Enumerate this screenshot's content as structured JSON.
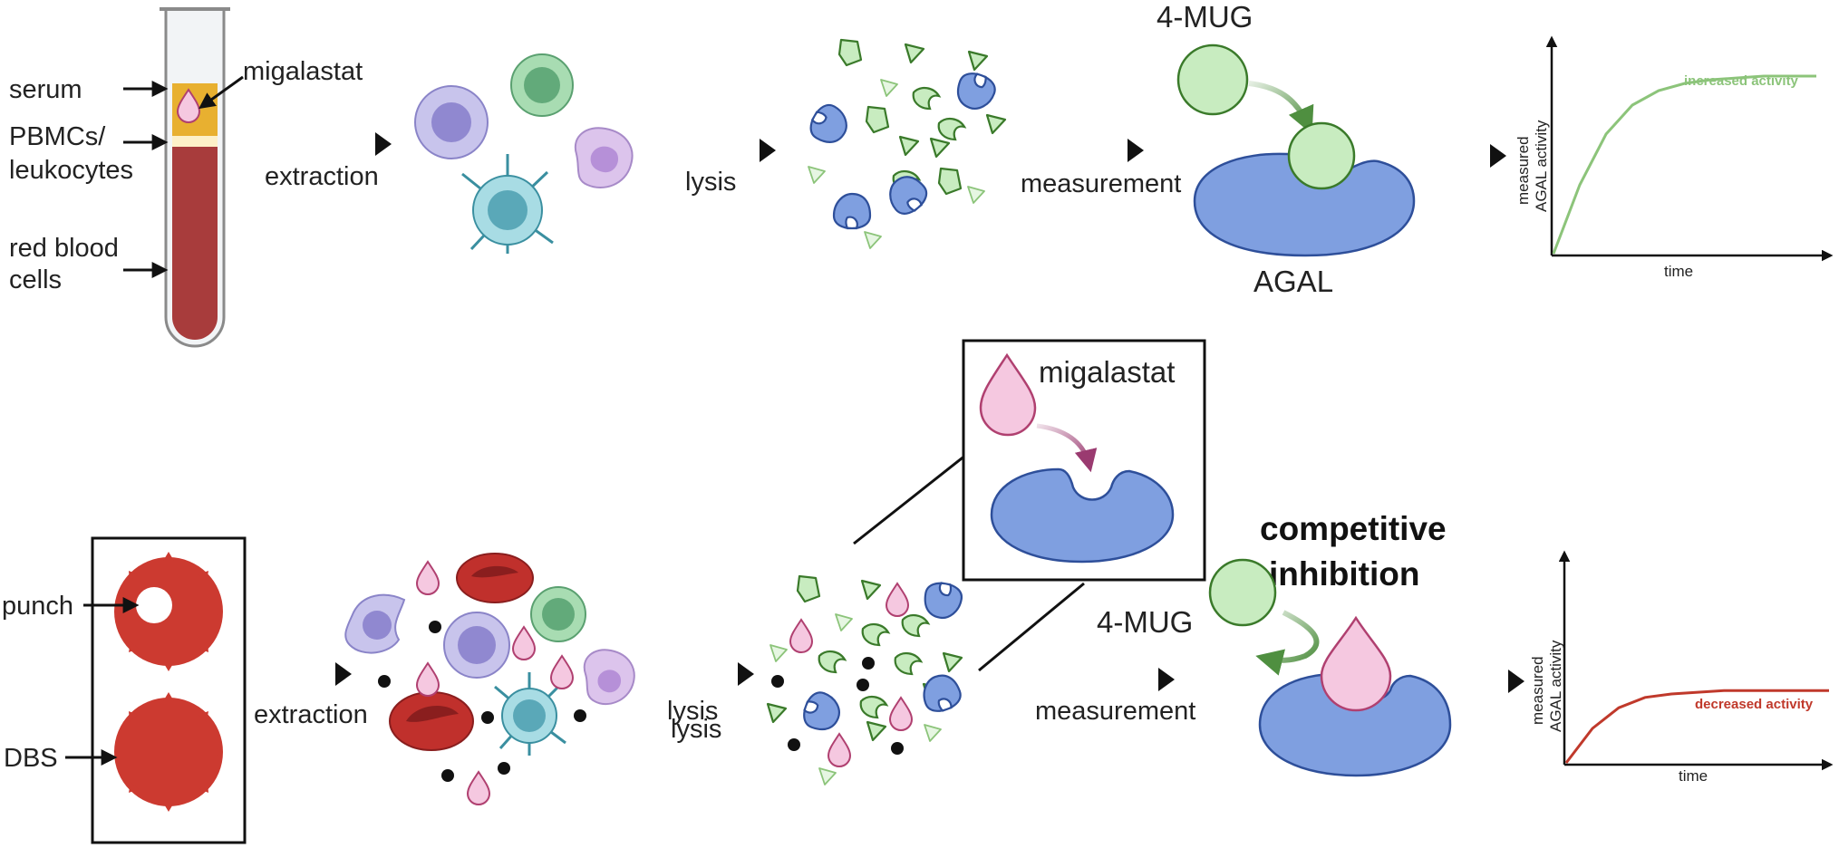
{
  "labels": {
    "serum": "serum",
    "migalastat_tube": "migalastat",
    "pbmcs_line1": "PBMCs/",
    "pbmcs_line2": "leukocytes",
    "rbc_line1": "red blood",
    "rbc_line2": "cells",
    "extraction_top": "extraction",
    "lysis_top": "lysis",
    "measurement_top": "measurement",
    "mug_top": "4-MUG",
    "agal": "AGAL",
    "punch": "punch",
    "dbs": "DBS",
    "extraction_bottom": "extraction",
    "lysis_bottom_1": "lysis",
    "lysis_bottom_2": "lysis",
    "migalastat_inset": "migalastat",
    "competitive_line1": "competitive",
    "competitive_line2": "inhibition",
    "mug_bottom": "4-MUG",
    "measurement_bottom": "measurement"
  },
  "chart_data": [
    {
      "type": "line",
      "xlabel": "time",
      "ylabel_line1": "measured",
      "ylabel_line2": "AGAL activity",
      "series": [
        {
          "name": "increased activity",
          "color": "#8cc47a"
        }
      ],
      "x": [
        0,
        0.1,
        0.2,
        0.3,
        0.4,
        0.5,
        0.6,
        0.7,
        0.8,
        0.9,
        1.0
      ],
      "values": [
        0,
        0.38,
        0.66,
        0.82,
        0.9,
        0.94,
        0.96,
        0.97,
        0.98,
        0.98,
        0.98
      ]
    },
    {
      "type": "line",
      "xlabel": "time",
      "ylabel_line1": "measured",
      "ylabel_line2": "AGAL activity",
      "series": [
        {
          "name": "decreased activity",
          "color": "#c0392b"
        }
      ],
      "x": [
        0,
        0.1,
        0.2,
        0.3,
        0.4,
        0.5,
        0.6,
        0.7,
        0.8,
        0.9,
        1.0
      ],
      "values": [
        0,
        0.2,
        0.32,
        0.38,
        0.4,
        0.41,
        0.42,
        0.42,
        0.42,
        0.42,
        0.42
      ]
    }
  ],
  "colors": {
    "blood": "#a83c3c",
    "serum": "#e8b030",
    "drug_pink": "#f5c8e0",
    "drug_stroke": "#b04070",
    "substrate_green": "#c8ecc0",
    "substrate_stroke": "#3a7a2a",
    "enzyme_blue": "#7f9fe0",
    "enzyme_stroke": "#2e4f9a",
    "dbs_red": "#cc3a30"
  }
}
